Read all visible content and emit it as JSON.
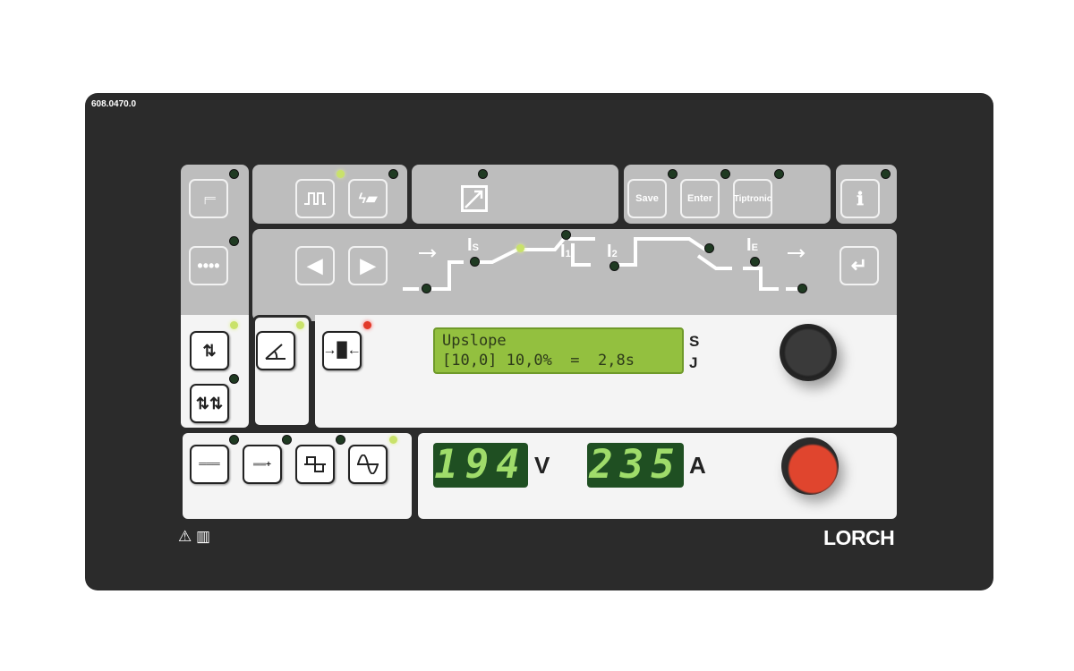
{
  "model_number": "608.0470.0",
  "brand": "LORCH",
  "buttons": {
    "save": "Save",
    "enter": "Enter",
    "tiptronic": "Tiptronic"
  },
  "process_labels": {
    "is": "I",
    "is_sub": "S",
    "i1": "I",
    "i1_sub": "1",
    "i2": "I",
    "i2_sub": "2",
    "ie": "I",
    "ie_sub": "E"
  },
  "lcd": {
    "line1": "Upslope",
    "line2": "[10,0] 10,0%  =  2,8s",
    "unit_top": "S",
    "unit_bottom": "J"
  },
  "voltage": {
    "value": "194",
    "unit": "V"
  },
  "current": {
    "value": "235",
    "unit": "A"
  },
  "colors": {
    "panel": "#2b2b2b",
    "lcd": "#93c03f",
    "led_on": "#c9e26a",
    "knob_red": "#e0452e"
  }
}
